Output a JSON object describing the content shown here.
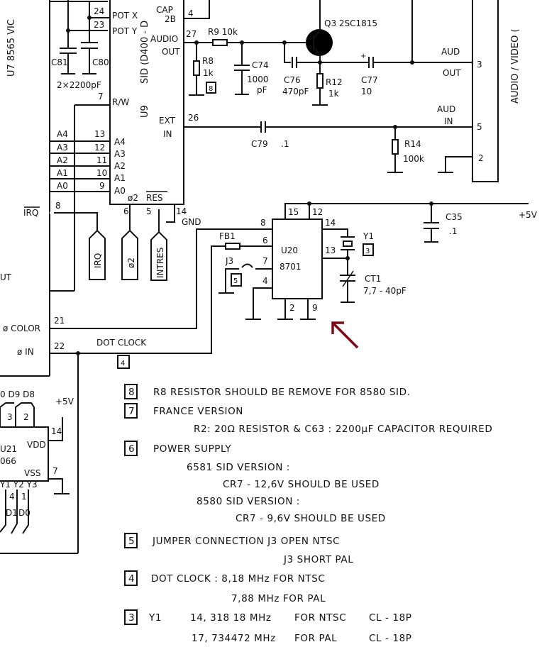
{
  "title": "C64 SID / Audio-Video / Dot Clock schematic detail",
  "chips": {
    "vic": "U7  8565 VIC",
    "sid_name": "SID  (D400 - D",
    "sid_ref": "U9",
    "clock_ref": "U20",
    "clock_part": "8701",
    "u21_ref": "U21",
    "u21_part": "066",
    "av_connector": "AUDIO / VIDEO ("
  },
  "sid_pins": {
    "potx_num": "24",
    "potx": "POT X",
    "poty_num": "23",
    "poty": "POT Y",
    "rw_num": "7",
    "rw": "R/W",
    "cap_label": "CAP",
    "cap_sub": "2B",
    "cap_num": "4",
    "audio_out_num": "27",
    "audio_label": "AUDIO",
    "out_label": "OUT",
    "ext_num": "26",
    "ext_label": "EXT",
    "in_label": "IN",
    "addr": [
      {
        "bus": "A4",
        "num": "13",
        "pin": "A4"
      },
      {
        "bus": "A3",
        "num": "12",
        "pin": "A3"
      },
      {
        "bus": "A2",
        "num": "11",
        "pin": "A2"
      },
      {
        "bus": "A1",
        "num": "10",
        "pin": "A1"
      },
      {
        "bus": "A0",
        "num": "9",
        "pin": "A0"
      }
    ],
    "phi2_label": "ø2",
    "res_label": "RES",
    "phi2_num": "6",
    "res_num": "5",
    "gnd_num": "14",
    "gnd_label": "GND"
  },
  "vic_pins": {
    "irq_label": "IRQ",
    "irq_num": "8",
    "color_label": "ø COLOR",
    "color_num": "21",
    "in_label": "ø IN",
    "in_num": "22",
    "ut_label": "UT"
  },
  "net_tags": [
    "IRQ",
    "ø2",
    "INTRES"
  ],
  "components": {
    "c81": "C81",
    "c80": "C80",
    "c80_81_val": "2×2200pF",
    "r9": "R9 10k",
    "r8": "R8",
    "r8_val": "1k",
    "r8_note": "8",
    "c74": "C74",
    "c74_val": "1000",
    "c74_unit": "pF",
    "q3": "Q3  2SC1815",
    "c76": "C76",
    "c76_val": "470pF",
    "r12": "R12",
    "r12_val": "1k",
    "c77": "C77",
    "c77_val": "10",
    "c79": "C79",
    "c79_val": ".1",
    "r14": "R14",
    "r14_val": "100k",
    "aud_out_1": "AUD",
    "aud_out_2": "OUT",
    "aud_out_pin": "3",
    "aud_in_1": "AUD",
    "aud_in_2": "IN",
    "aud_in_pin": "5",
    "gnd_pin": "2",
    "fb1": "FB1",
    "j3": "J3",
    "j3_note": "5",
    "u20_pins": {
      "p8": "8",
      "p6": "6",
      "p7": "7",
      "p4": "4",
      "p15": "15",
      "p12": "12",
      "p14": "14",
      "p13": "13",
      "p2": "2",
      "p9": "9"
    },
    "y1": "Y1",
    "y1_note": "3",
    "ct1": "CT1",
    "ct1_val": "7,7 - 40pF",
    "c35": "C35",
    "c35_val": ".1",
    "vcc": "+5V",
    "dot_clock": "DOT  CLOCK",
    "dot_clock_note": "4"
  },
  "u21": {
    "top_labels": "0 D9  D8",
    "top_pins": [
      "3",
      "2"
    ],
    "vdd": "VDD",
    "vss": "VSS",
    "vdd_pin": "14",
    "vss_pin": "7",
    "bottom_labels": "Y1 Y2 Y3",
    "bottom_pins": [
      "4",
      "1"
    ],
    "bottom_data": [
      "D1",
      "D0"
    ],
    "vcc": "+5V"
  },
  "notes": [
    {
      "tag": "8",
      "lines": [
        "R8  RESISTOR  SHOULD  BE  REMOVE  FOR  8580  SID."
      ]
    },
    {
      "tag": "7",
      "lines": [
        "FRANCE   VERSION",
        "R2:  20Ω  RESISTOR  &  C63 : 2200µF   CAPACITOR  REQUIRED"
      ]
    },
    {
      "tag": "6",
      "lines": [
        "POWER  SUPPLY",
        "6581   SID  VERSION :",
        "CR7  -  12,6V   SHOULD   BE  USED",
        "8580 SID   VERSION :",
        "CR7 - 9,6V  SHOULD   BE USED"
      ]
    },
    {
      "tag": "5",
      "lines": [
        "JUMPER CONNECTION  J3   OPEN    NTSC",
        "J3   SHORT    PAL"
      ]
    },
    {
      "tag": "4",
      "lines": [
        "DOT  CLOCK :  8,18 MHz    FOR  NTSC",
        "7,88 MHz    FOR   PAL"
      ]
    },
    {
      "tag": "3",
      "lines": [
        "Y1",
        "14, 318 18 MHz",
        "FOR NTSC",
        "CL - 18P",
        "17, 734472 MHz",
        "FOR  PAL",
        "CL - 18P"
      ]
    }
  ],
  "annotation_color": "#7b0a18"
}
